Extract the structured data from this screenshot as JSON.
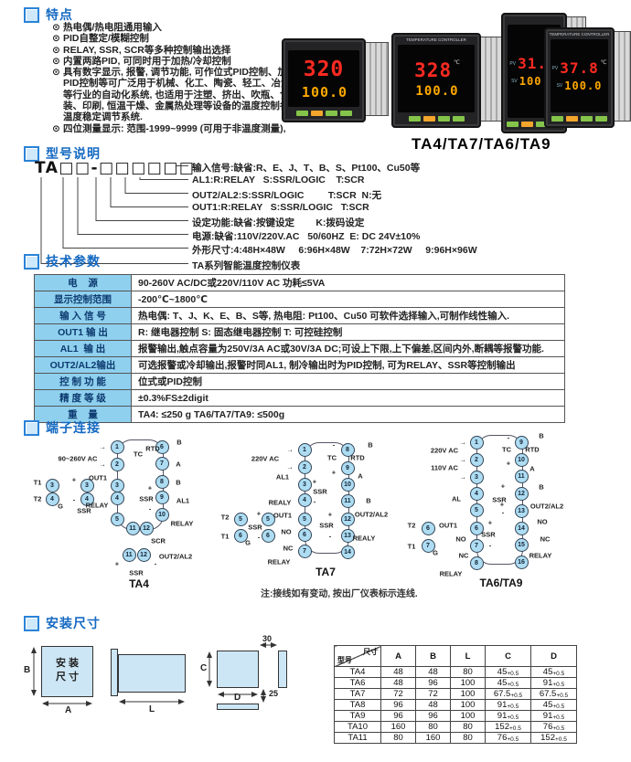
{
  "sections": {
    "features": "特点",
    "model": "型号说明",
    "specs": "技术参数",
    "terminals": "端子连接",
    "mounting": "安装尺寸"
  },
  "features": {
    "bullet": "⊙",
    "items": [
      "热电偶/热电阻通用输入",
      "PID自整定/模糊控制",
      "RELAY, SSR, SCR等多种控制输出选择",
      "内置两路PID, 可同时用于加热/冷却控制",
      "具有数字显示, 报警, 调节功能, 可作位式PID控制、加热/冷却PID控制等可广泛用于机械、化工、陶瓷、轻工、冶金、石化等行业的自动化系统, 也适用于注塑、挤出、吹瓶、食品、包装、印刷, 恒温干燥、金属热处理等设备的温度控制各行业的温度稳定调节系统.",
      "四位测量显示: 范围-1999~9999 (可用于非温度测量),"
    ]
  },
  "products": {
    "caption": "TA4/TA7/TA6/TA9",
    "devices": [
      {
        "header": "",
        "pv": "320",
        "unit": "",
        "sv": "100.0",
        "pv_label": "",
        "sv_label": ""
      },
      {
        "header": "TEMPERATURE CONTROLLER",
        "pv": "328",
        "unit": "℃",
        "sv": "100.0",
        "pv_label": "",
        "sv_label": ""
      },
      {
        "header": "",
        "pv": "31.0",
        "unit": "",
        "sv": "100.0",
        "pv_label": "PV",
        "sv_label": "SV"
      },
      {
        "header": "TEMPERATURE CONTROLLER",
        "pv": "37.8",
        "unit": "℃",
        "sv": "100.0",
        "pv_label": "PV",
        "sv_label": "SV"
      }
    ]
  },
  "model": {
    "code": "TA□□-□□□□□□",
    "lines": [
      "输入信号:缺省:R、E、J、T、B、S、Pt100、Cu50等",
      "AL1:R:RELAY   S:SSR/LOGIC    T:SCR",
      "OUT2/AL2:S:SSR/LOGIC         T:SCR  N:无",
      "OUT1:R:RELAY   S:SSR/LOGIC   T:SCR",
      "设定功能:缺省:按键设定        K:拨码设定",
      "电源:缺省:110V/220V.AC   50/60HZ  E: DC 24V±10%",
      "外形尺寸:4:48H×48W     6:96H×48W    7:72H×72W     9:96H×96W",
      "TA系列智能温度控制仪表"
    ]
  },
  "specs": {
    "rows": [
      {
        "label": "电    源",
        "value": "90-260V AC/DC或220V/110V AC 功耗≤5VA"
      },
      {
        "label": "显示控制范围",
        "value": "-200℃~1800℃"
      },
      {
        "label": "输 入 信 号",
        "value": "热电偶: T、J、K、E、B、S等,  热电阻: Pt100、Cu50  可软件选择输入,可制作线性输入."
      },
      {
        "label": "OUT1 输 出",
        "value": "R: 继电器控制  S: 固态继电器控制  T: 可控硅控制"
      },
      {
        "label": "AL1  输 出",
        "value": "报警输出,触点容量为250V/3A AC或30V/3A DC;可设上下限,上下偏差,区间内外,断耦等报警功能."
      },
      {
        "label": "OUT2/AL2输出",
        "value": "可选报警或冷却输出,报警时同AL1, 制冷输出时为PID控制, 可为RELAY、SSR等控制输出"
      },
      {
        "label": "控 制 功 能",
        "value": "位式或PID控制"
      },
      {
        "label": "精 度 等 级",
        "value": "±0.3%FS±2digit"
      },
      {
        "label": "重    量",
        "value": "TA4: ≤250 g   TA6/TA7/TA9: ≤500g"
      }
    ]
  },
  "terminals": {
    "note": "注:接线如有变动, 按出厂仪表标示连线.",
    "diagrams": [
      {
        "name": "TA4",
        "elements": [
          [
            "r",
            98,
            5,
            49,
            97
          ],
          [
            "c",
            98,
            13,
            "1"
          ],
          [
            "c",
            98,
            32,
            "2"
          ],
          [
            "c",
            98,
            55,
            "3"
          ],
          [
            "c",
            98,
            69,
            "4"
          ],
          [
            "c",
            98,
            92,
            "5"
          ],
          [
            "c",
            115,
            102,
            "11"
          ],
          [
            "c",
            130,
            102,
            "12"
          ],
          [
            "c",
            147,
            13,
            "6"
          ],
          [
            "c",
            147,
            31,
            "7"
          ],
          [
            "c",
            147,
            51,
            "8"
          ],
          [
            "c",
            147,
            68,
            "9"
          ],
          [
            "c",
            147,
            87,
            "10"
          ],
          [
            "c",
            111,
            131,
            "11"
          ],
          [
            "c",
            127,
            131,
            "12"
          ],
          [
            "c",
            27,
            55,
            "3"
          ],
          [
            "c",
            27,
            70,
            "4"
          ],
          [
            "c",
            65,
            55,
            "3"
          ],
          [
            "c",
            65,
            70,
            "4"
          ],
          [
            "l",
            55,
            26,
            "90~260V AC"
          ],
          [
            "l",
            82,
            13,
            "→"
          ],
          [
            "l",
            82,
            32,
            "→"
          ],
          [
            "l",
            77,
            47,
            "OUT1"
          ],
          [
            "l",
            76,
            77,
            "RELAY"
          ],
          [
            "l",
            121,
            21,
            "TC"
          ],
          [
            "l",
            137,
            15,
            "RTD"
          ],
          [
            "l",
            166,
            8,
            "B"
          ],
          [
            "l",
            165,
            32,
            "A"
          ],
          [
            "l",
            165,
            52,
            "B"
          ],
          [
            "l",
            134,
            58,
            "+"
          ],
          [
            "l",
            130,
            70,
            "SSR"
          ],
          [
            "l",
            134,
            81,
            "-"
          ],
          [
            "l",
            170,
            72,
            "AL1"
          ],
          [
            "l",
            169,
            97,
            "RELAY"
          ],
          [
            "l",
            143,
            116,
            "SCR"
          ],
          [
            "l",
            162,
            133,
            "OUT2/AL2"
          ],
          [
            "l",
            98,
            141,
            "+"
          ],
          [
            "l",
            140,
            141,
            "-"
          ],
          [
            "l",
            119,
            151,
            "SSR"
          ],
          [
            "l",
            11,
            52,
            "T1"
          ],
          [
            "l",
            11,
            70,
            "T2"
          ],
          [
            "l",
            36,
            78,
            "G"
          ],
          [
            "l",
            51,
            49,
            "+"
          ],
          [
            "l",
            51,
            71,
            "-"
          ],
          [
            "l",
            62,
            83,
            "SSR"
          ],
          [
            "b",
            122,
            163,
            "TA4"
          ]
        ]
      },
      {
        "name": "TA7",
        "elements": [
          [
            "r",
            93,
            8,
            47,
            120
          ],
          [
            "c",
            93,
            16,
            "1"
          ],
          [
            "c",
            93,
            35,
            "2"
          ],
          [
            "c",
            93,
            54,
            "3"
          ],
          [
            "c",
            93,
            71,
            "4"
          ],
          [
            "c",
            93,
            92,
            "5"
          ],
          [
            "c",
            93,
            109,
            "6"
          ],
          [
            "c",
            93,
            127,
            "7"
          ],
          [
            "c",
            140,
            16,
            "8"
          ],
          [
            "c",
            140,
            36,
            "9"
          ],
          [
            "c",
            140,
            54,
            "10"
          ],
          [
            "c",
            140,
            72,
            "11"
          ],
          [
            "c",
            140,
            92,
            "12"
          ],
          [
            "c",
            140,
            110,
            "13"
          ],
          [
            "c",
            140,
            128,
            "14"
          ],
          [
            "c",
            23,
            92,
            "5"
          ],
          [
            "c",
            23,
            110,
            "6"
          ],
          [
            "c",
            53,
            92,
            "5"
          ],
          [
            "c",
            53,
            110,
            "6"
          ],
          [
            "l",
            50,
            26,
            "220V AC"
          ],
          [
            "l",
            77,
            16,
            "→"
          ],
          [
            "l",
            77,
            35,
            "→"
          ],
          [
            "l",
            69,
            46,
            "AL1"
          ],
          [
            "l",
            66,
            74,
            "REALY"
          ],
          [
            "l",
            110,
            62,
            "SSR"
          ],
          [
            "l",
            104,
            51,
            "+"
          ],
          [
            "l",
            104,
            73,
            "-"
          ],
          [
            "l",
            69,
            88,
            "OUT1"
          ],
          [
            "l",
            73,
            106,
            "NO"
          ],
          [
            "l",
            75,
            124,
            "NC"
          ],
          [
            "l",
            65,
            139,
            "RELAY"
          ],
          [
            "l",
            125,
            11,
            "-"
          ],
          [
            "l",
            123,
            25,
            "TC"
          ],
          [
            "l",
            151,
            25,
            "RTD"
          ],
          [
            "l",
            165,
            11,
            "B"
          ],
          [
            "l",
            125,
            41,
            "+"
          ],
          [
            "l",
            154,
            45,
            "A"
          ],
          [
            "l",
            163,
            72,
            "B"
          ],
          [
            "l",
            166,
            87,
            "OUT2/AL2"
          ],
          [
            "l",
            121,
            87,
            "+"
          ],
          [
            "l",
            117,
            99,
            "SSR"
          ],
          [
            "l",
            121,
            111,
            "-"
          ],
          [
            "l",
            158,
            113,
            "REALY"
          ],
          [
            "l",
            6,
            90,
            "T2"
          ],
          [
            "l",
            6,
            111,
            "T1"
          ],
          [
            "l",
            31,
            118,
            "G"
          ],
          [
            "l",
            43,
            86,
            "+"
          ],
          [
            "l",
            39,
            101,
            "SSR"
          ],
          [
            "l",
            43,
            112,
            "-"
          ],
          [
            "b",
            116,
            150,
            "TA7"
          ]
        ]
      },
      {
        "name": "TA6/TA9",
        "elements": [
          [
            "r",
            91,
            6,
            49,
            140
          ],
          [
            "c",
            91,
            14,
            "1"
          ],
          [
            "c",
            91,
            33,
            "2"
          ],
          [
            "c",
            91,
            52,
            "3"
          ],
          [
            "c",
            91,
            70,
            "4"
          ],
          [
            "c",
            91,
            88,
            "5"
          ],
          [
            "c",
            91,
            108,
            "6"
          ],
          [
            "c",
            91,
            127,
            "7"
          ],
          [
            "c",
            91,
            146,
            "8"
          ],
          [
            "c",
            140,
            14,
            "9"
          ],
          [
            "c",
            140,
            33,
            "10"
          ],
          [
            "c",
            140,
            51,
            "11"
          ],
          [
            "c",
            140,
            70,
            "12"
          ],
          [
            "c",
            140,
            89,
            "13"
          ],
          [
            "c",
            140,
            108,
            "14"
          ],
          [
            "c",
            140,
            126,
            "15"
          ],
          [
            "c",
            140,
            145,
            "16"
          ],
          [
            "c",
            38,
            108,
            "6"
          ],
          [
            "c",
            38,
            127,
            "7"
          ],
          [
            "l",
            56,
            23,
            "220V AC"
          ],
          [
            "l",
            56,
            42,
            "110V AC"
          ],
          [
            "l",
            76,
            14,
            "→"
          ],
          [
            "l",
            76,
            33,
            "→"
          ],
          [
            "l",
            76,
            52,
            "→"
          ],
          [
            "l",
            69,
            76,
            "AL"
          ],
          [
            "l",
            120,
            62,
            "+"
          ],
          [
            "l",
            116,
            77,
            "SSR"
          ],
          [
            "l",
            120,
            91,
            "-"
          ],
          [
            "l",
            60,
            105,
            "OUT1"
          ],
          [
            "l",
            106,
            102,
            "+"
          ],
          [
            "l",
            104,
            115,
            "SSR"
          ],
          [
            "l",
            106,
            127,
            "-"
          ],
          [
            "l",
            74,
            120,
            "NO"
          ],
          [
            "l",
            77,
            138,
            "NC"
          ],
          [
            "l",
            63,
            158,
            "RELAY"
          ],
          [
            "l",
            126,
            9,
            "-"
          ],
          [
            "l",
            124,
            22,
            "TC"
          ],
          [
            "l",
            152,
            22,
            "RTD"
          ],
          [
            "l",
            162,
            7,
            "B"
          ],
          [
            "l",
            126,
            37,
            "+"
          ],
          [
            "l",
            152,
            43,
            "A"
          ],
          [
            "l",
            162,
            63,
            "B"
          ],
          [
            "l",
            168,
            84,
            "OUT2/AL2"
          ],
          [
            "l",
            119,
            82,
            "+"
          ],
          [
            "l",
            163,
            101,
            "NO"
          ],
          [
            "l",
            166,
            120,
            "NC"
          ],
          [
            "l",
            161,
            138,
            "RELAY"
          ],
          [
            "l",
            20,
            105,
            "T2"
          ],
          [
            "l",
            20,
            128,
            "T1"
          ],
          [
            "l",
            46,
            135,
            "G"
          ],
          [
            "b",
            118,
            168,
            "TA6/TA9"
          ]
        ]
      }
    ]
  },
  "mounting": {
    "labels": {
      "panel_line1": "安 装",
      "panel_line2": "尺 寸",
      "a": "A",
      "b": "B",
      "l": "L",
      "c": "C",
      "d": "D",
      "gap_top": "30",
      "gap_side": "25"
    },
    "table": {
      "corner_top": "尺寸",
      "corner_bottom": "型号",
      "headers": [
        "A",
        "B",
        "L",
        "C",
        "D"
      ],
      "rows": [
        [
          "TA4",
          "48",
          "48",
          "80",
          "45",
          "+0.5",
          "45",
          "+0.5"
        ],
        [
          "TA6",
          "48",
          "96",
          "100",
          "45",
          "+0.5",
          "91",
          "+0.5"
        ],
        [
          "TA7",
          "72",
          "72",
          "100",
          "67.5",
          "+0.5",
          "67.5",
          "+0.5"
        ],
        [
          "TA8",
          "96",
          "48",
          "100",
          "91",
          "+0.5",
          "45",
          "+0.5"
        ],
        [
          "TA9",
          "96",
          "96",
          "100",
          "91",
          "+0.5",
          "91",
          "+0.5"
        ],
        [
          "TA10",
          "160",
          "80",
          "80",
          "152",
          "+0.5",
          "76",
          "+0.5"
        ],
        [
          "TA11",
          "80",
          "160",
          "80",
          "76",
          "+0.5",
          "152",
          "+0.5"
        ]
      ]
    }
  }
}
